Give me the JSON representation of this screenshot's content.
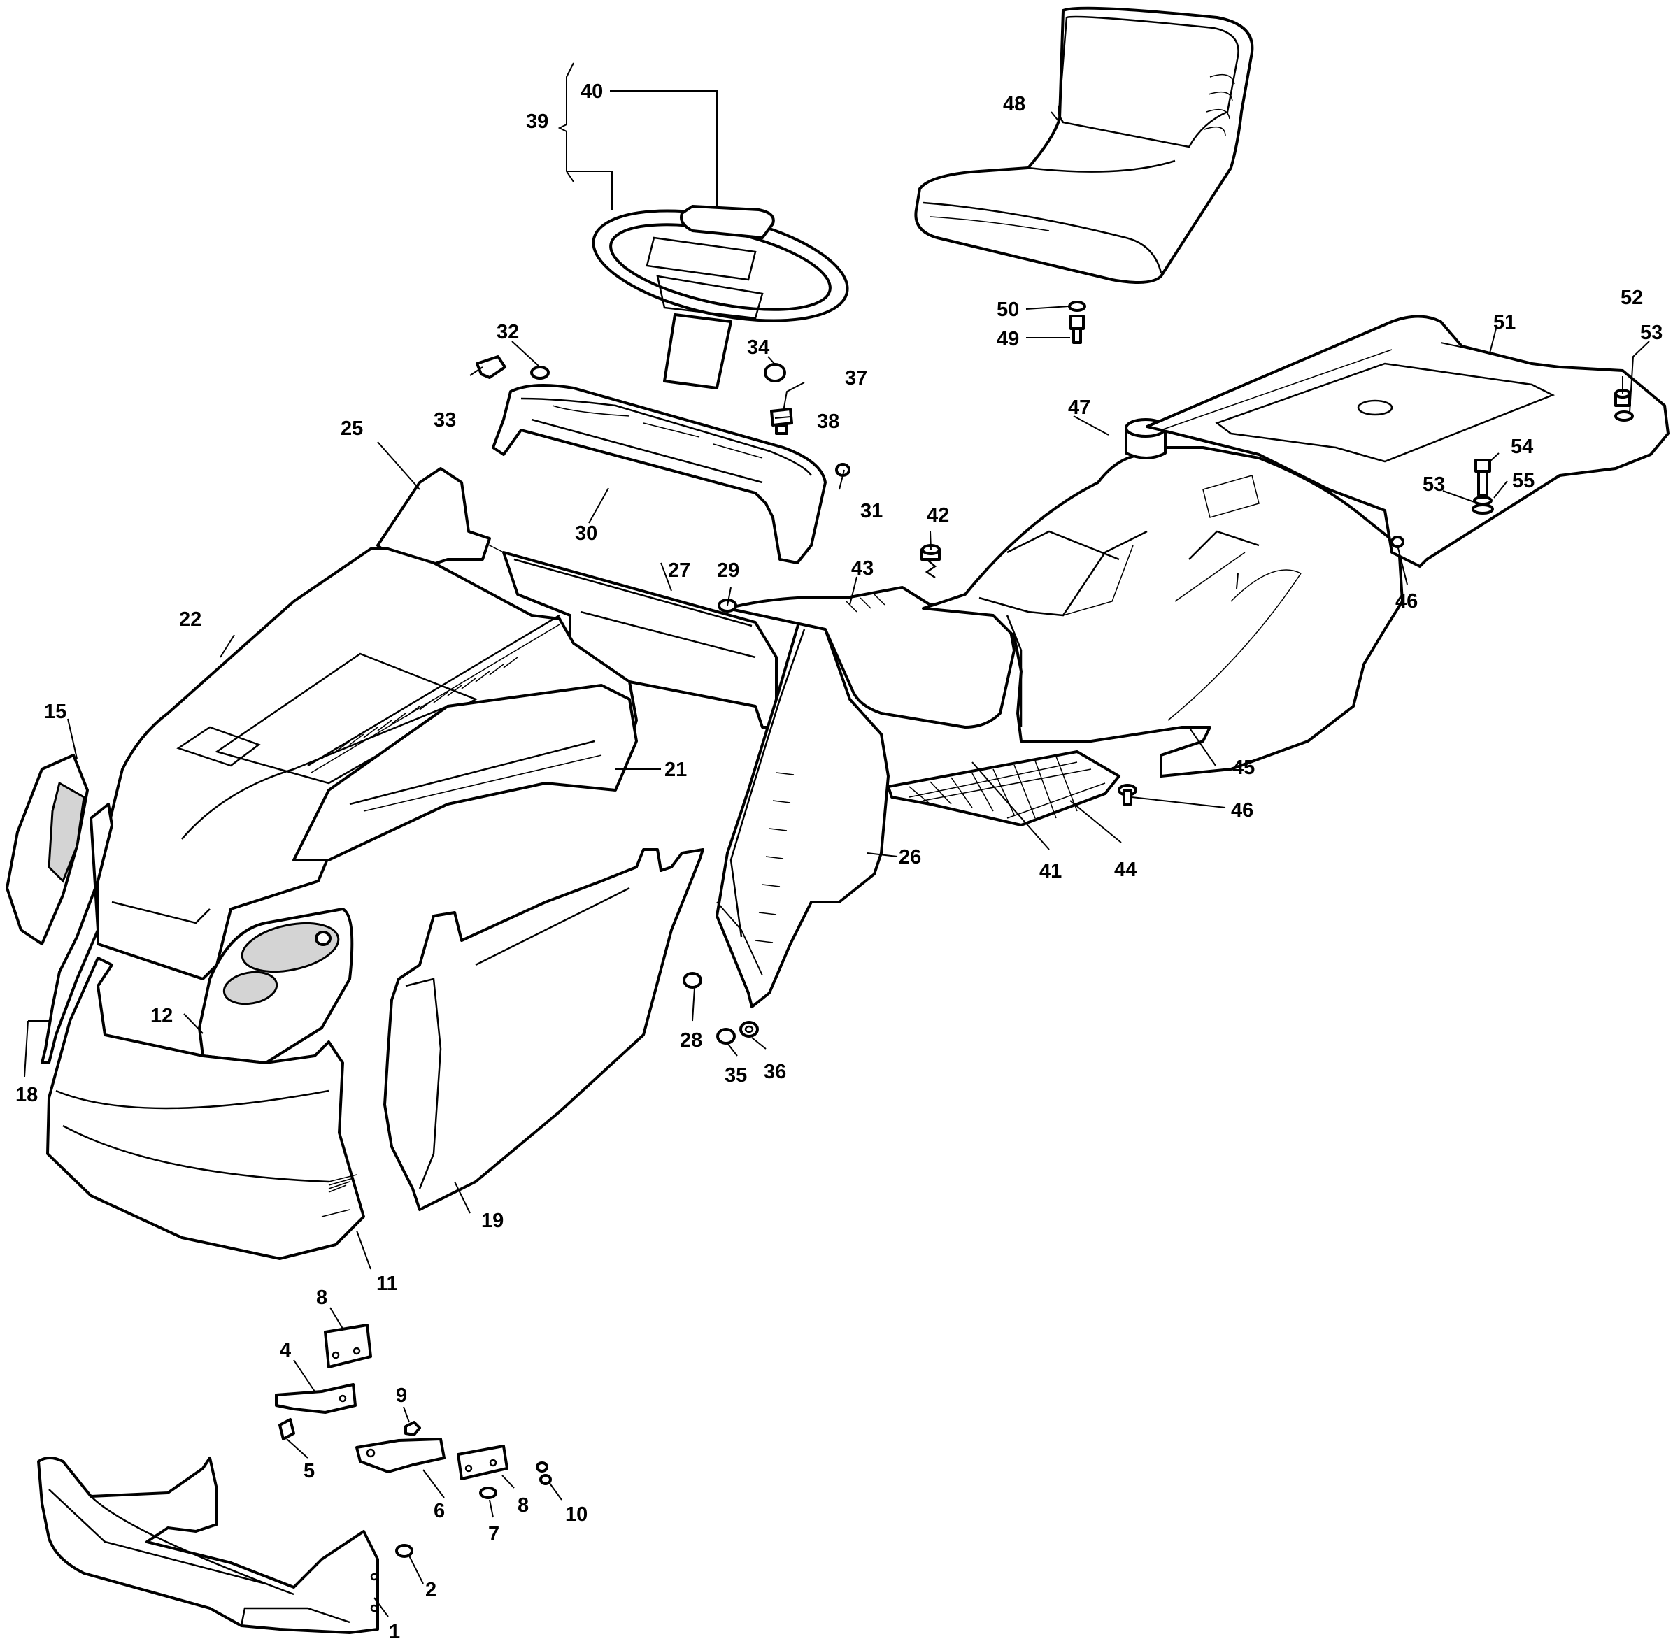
{
  "callouts": [
    {
      "id": "c1",
      "text": "1"
    },
    {
      "id": "c2",
      "text": "2"
    },
    {
      "id": "c4",
      "text": "4"
    },
    {
      "id": "c5",
      "text": "5"
    },
    {
      "id": "c6",
      "text": "6"
    },
    {
      "id": "c7",
      "text": "7"
    },
    {
      "id": "c8a",
      "text": "8"
    },
    {
      "id": "c8b",
      "text": "8"
    },
    {
      "id": "c9",
      "text": "9"
    },
    {
      "id": "c10",
      "text": "10"
    },
    {
      "id": "c11",
      "text": "11"
    },
    {
      "id": "c12",
      "text": "12"
    },
    {
      "id": "c15",
      "text": "15"
    },
    {
      "id": "c18",
      "text": "18"
    },
    {
      "id": "c19",
      "text": "19"
    },
    {
      "id": "c21",
      "text": "21"
    },
    {
      "id": "c22",
      "text": "22"
    },
    {
      "id": "c25",
      "text": "25"
    },
    {
      "id": "c26",
      "text": "26"
    },
    {
      "id": "c27",
      "text": "27"
    },
    {
      "id": "c28",
      "text": "28"
    },
    {
      "id": "c29",
      "text": "29"
    },
    {
      "id": "c30",
      "text": "30"
    },
    {
      "id": "c31",
      "text": "31"
    },
    {
      "id": "c32",
      "text": "32"
    },
    {
      "id": "c33",
      "text": "33"
    },
    {
      "id": "c34",
      "text": "34"
    },
    {
      "id": "c35",
      "text": "35"
    },
    {
      "id": "c36",
      "text": "36"
    },
    {
      "id": "c37",
      "text": "37"
    },
    {
      "id": "c38",
      "text": "38"
    },
    {
      "id": "c39",
      "text": "39"
    },
    {
      "id": "c40",
      "text": "40"
    },
    {
      "id": "c41",
      "text": "41"
    },
    {
      "id": "c42",
      "text": "42"
    },
    {
      "id": "c43",
      "text": "43"
    },
    {
      "id": "c44",
      "text": "44"
    },
    {
      "id": "c45",
      "text": "45"
    },
    {
      "id": "c46a",
      "text": "46"
    },
    {
      "id": "c46b",
      "text": "46"
    },
    {
      "id": "c47",
      "text": "47"
    },
    {
      "id": "c48",
      "text": "48"
    },
    {
      "id": "c49",
      "text": "49"
    },
    {
      "id": "c50",
      "text": "50"
    },
    {
      "id": "c51",
      "text": "51"
    },
    {
      "id": "c52",
      "text": "52"
    },
    {
      "id": "c53a",
      "text": "53"
    },
    {
      "id": "c53b",
      "text": "53"
    },
    {
      "id": "c54",
      "text": "54"
    },
    {
      "id": "c55",
      "text": "55"
    }
  ]
}
